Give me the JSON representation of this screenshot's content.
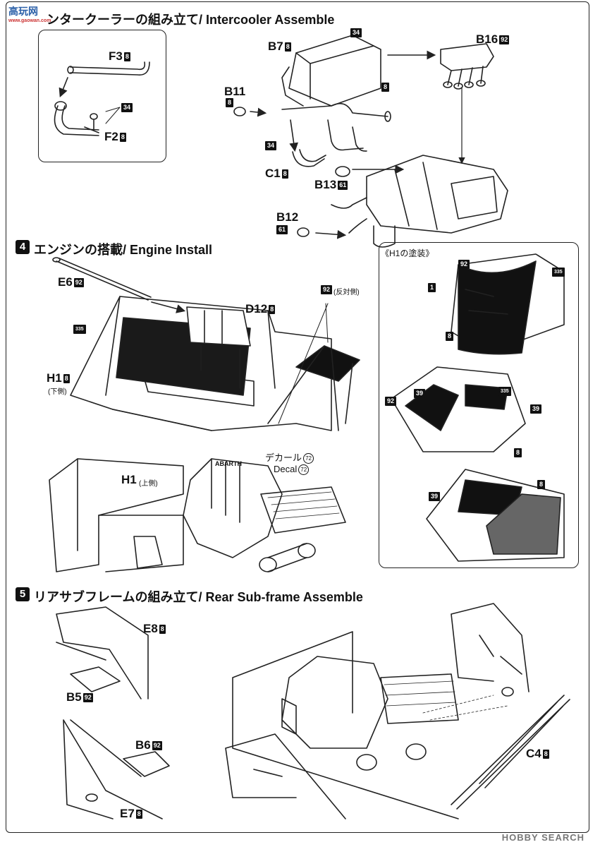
{
  "site_logo": "高玩网",
  "site_url": "www.gaowan.com",
  "step3": {
    "title": "ンタークーラーの組み立て/ Intercooler Assemble"
  },
  "step4": {
    "number": "4",
    "title": "エンジンの搭載/ Engine Install"
  },
  "step5": {
    "number": "5",
    "title": "リアサブフレームの組み立て/ Rear Sub-frame Assemble"
  },
  "parts": {
    "f3": "F3",
    "f2": "F2",
    "b7": "B7",
    "b16": "B16",
    "b11": "B11",
    "c1": "C1",
    "b13": "B13",
    "b12": "B12",
    "e6": "E6",
    "d12": "D12",
    "h1": "H1",
    "h1b": "H1",
    "e8": "E8",
    "b5": "B5",
    "b6": "B6",
    "e7": "E7",
    "c4": "C4"
  },
  "codes": {
    "c8": "8",
    "c34": "34",
    "c92": "92",
    "c61": "61",
    "c335": "335",
    "c39": "39",
    "c1": "1"
  },
  "notes": {
    "lower_side": "(下側)",
    "upper_side": "(上側)",
    "opposite_side": "(反対側)",
    "decal_jp": "デカール",
    "decal_en": "Decal",
    "decal_num": "72",
    "painting_title": "《H1の塗装》",
    "abarth": "ABARTH"
  },
  "footer": "HOBBY SEARCH"
}
